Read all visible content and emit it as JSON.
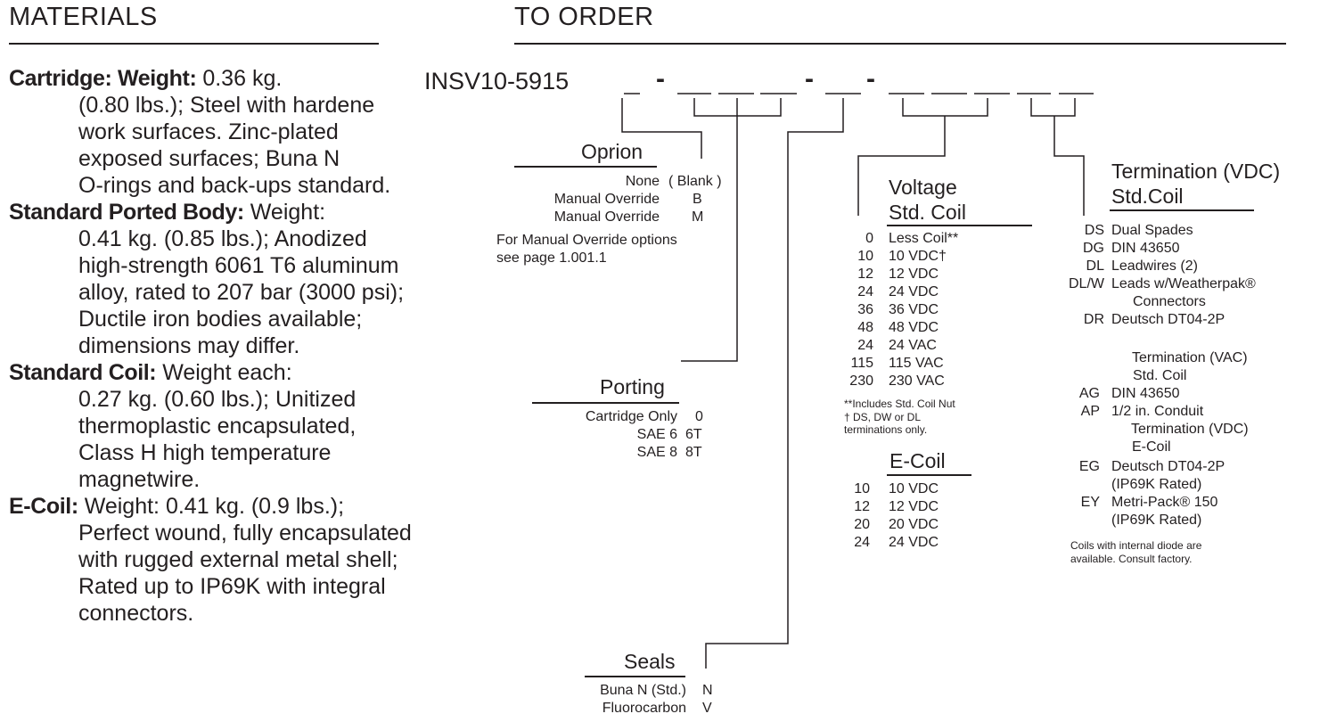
{
  "materials": {
    "heading": "MATERIALS",
    "cartridge_label": "Cartridge: Weight:",
    "cartridge_l1": " 0.36 kg.",
    "cartridge_lines": [
      "(0.80 lbs.); Steel with hardene",
      "work surfaces. Zinc-plated",
      "exposed surfaces; Buna N",
      "O-rings and back-ups standard."
    ],
    "body_label": "Standard Ported Body:",
    "body_l1": " Weight:",
    "body_lines": [
      "0.41 kg. (0.85 lbs.); Anodized",
      "high-strength 6061 T6 aluminum",
      "alloy, rated to 207 bar (3000 psi);",
      "Ductile iron bodies available;",
      "dimensions may differ."
    ],
    "coil_label": "Standard Coil:",
    "coil_l1": " Weight each:",
    "coil_lines": [
      "0.27 kg. (0.60 lbs.); Unitized",
      "thermoplastic encapsulated,",
      "Class H high temperature",
      "magnetwire."
    ],
    "ecoil_label": "E-Coil:",
    "ecoil_l1": " Weight: 0.41 kg. (0.9 lbs.);",
    "ecoil_lines": [
      "Perfect wound, fully encapsulated",
      "with rugged external metal shell;",
      "Rated up to IP69K with integral",
      "connectors."
    ]
  },
  "order": {
    "heading": "TO ORDER",
    "model": "INSV10-5915",
    "dash": "-",
    "option": {
      "title": "Oprion",
      "rows": [
        [
          "None",
          "( Blank )"
        ],
        [
          "Manual Override",
          "B"
        ],
        [
          "Manual Override",
          "M"
        ]
      ],
      "note": [
        "For Manual Override options",
        "see page 1.001.1"
      ]
    },
    "porting": {
      "title": "Porting",
      "rows": [
        [
          "Cartridge Only",
          "0"
        ],
        [
          "SAE 6",
          "6T"
        ],
        [
          "SAE 8",
          "8T"
        ]
      ]
    },
    "seals": {
      "title": "Seals",
      "rows": [
        [
          "Buna N (Std.)",
          "N"
        ],
        [
          "Fluorocarbon",
          "V"
        ]
      ]
    },
    "voltage": {
      "title": [
        "Voltage",
        "Std. Coil"
      ],
      "rows": [
        [
          "0",
          "Less Coil**"
        ],
        [
          "10",
          "10 VDC†"
        ],
        [
          "12",
          "12 VDC"
        ],
        [
          "24",
          "24 VDC"
        ],
        [
          "36",
          "36 VDC"
        ],
        [
          "48",
          "48 VDC"
        ],
        [
          "24",
          "24 VAC"
        ],
        [
          "115",
          "115 VAC"
        ],
        [
          "230",
          "230 VAC"
        ]
      ],
      "notes": [
        "**Includes Std. Coil Nut",
        "† DS, DW or DL",
        "terminations only."
      ]
    },
    "ecoil": {
      "title": "E-Coil",
      "rows": [
        [
          "10",
          "10 VDC"
        ],
        [
          "12",
          "12 VDC"
        ],
        [
          "20",
          "20 VDC"
        ],
        [
          "24",
          "24 VDC"
        ]
      ]
    },
    "termination": {
      "title": [
        "Termination (VDC)",
        "Std.Coil"
      ],
      "rows": [
        [
          "DS",
          "Dual Spades"
        ],
        [
          "DG",
          "DIN 43650"
        ],
        [
          "DL",
          "Leadwires (2)"
        ],
        [
          "DL/W",
          "Leads w/Weatherpak®"
        ],
        [
          "",
          "Connectors"
        ],
        [
          "DR",
          "Deutsch DT04-2P"
        ]
      ],
      "vac_title": [
        "Termination (VAC)",
        "Std. Coil"
      ],
      "vac_rows": [
        [
          "AG",
          "DIN 43650"
        ],
        [
          "AP",
          "1/2 in. Conduit"
        ]
      ],
      "ecoil_title": [
        "Termination (VDC)",
        "E-Coil"
      ],
      "ecoil_rows": [
        [
          "EG",
          "Deutsch DT04-2P"
        ],
        [
          "",
          "(IP69K Rated)"
        ],
        [
          "EY",
          "Metri-Pack® 150"
        ],
        [
          "",
          "(IP69K Rated)"
        ]
      ],
      "notes": [
        "Coils with internal diode are",
        "available. Consult factory."
      ]
    }
  }
}
